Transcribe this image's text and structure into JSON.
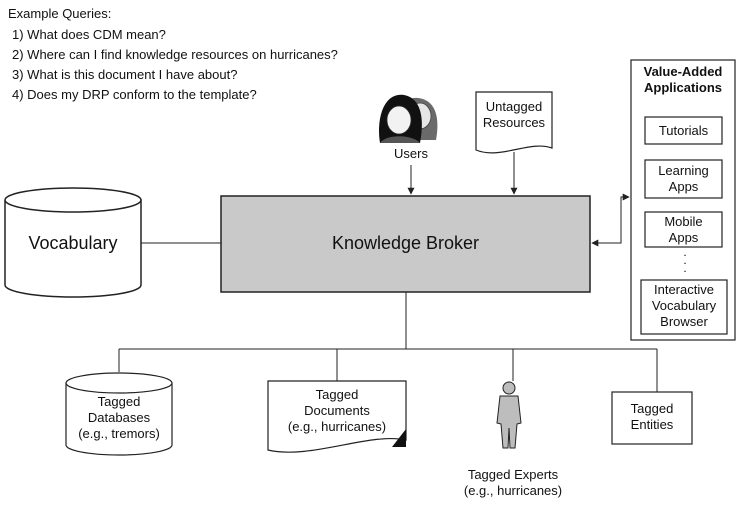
{
  "queries": {
    "title": "Example Queries:",
    "items": [
      "1) What does CDM mean?",
      "2) Where can I find knowledge resources on hurricanes?",
      "3) What is this document I have about?",
      "4) Does my DRP conform to the template?"
    ]
  },
  "users_label": "Users",
  "untagged": {
    "line1": "Untagged",
    "line2": "Resources"
  },
  "vocabulary_label": "Vocabulary",
  "broker_label": "Knowledge Broker",
  "apps": {
    "title_line1": "Value-Added",
    "title_line2": "Applications",
    "tutorials": "Tutorials",
    "learning_line1": "Learning",
    "learning_line2": "Apps",
    "mobile_line1": "Mobile",
    "mobile_line2": "Apps",
    "interactive_line1": "Interactive",
    "interactive_line2": "Vocabulary",
    "interactive_line3": "Browser",
    "ellipsis": ". . ."
  },
  "tagged_databases": {
    "line1": "Tagged",
    "line2": "Databases",
    "line3": "(e.g., tremors)"
  },
  "tagged_documents": {
    "line1": "Tagged",
    "line2": "Documents",
    "line3": "(e.g., hurricanes)"
  },
  "tagged_experts": {
    "line1": "Tagged Experts",
    "line2": "(e.g., hurricanes)"
  },
  "tagged_entities": {
    "line1": "Tagged",
    "line2": "Entities"
  },
  "colors": {
    "broker_fill": "#c9c9c9",
    "stroke": "#222222"
  }
}
